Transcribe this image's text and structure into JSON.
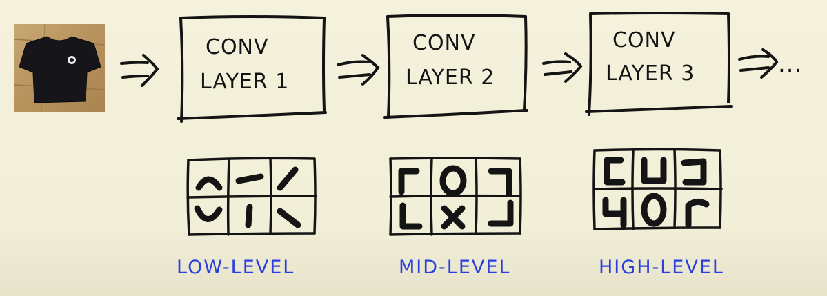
{
  "input": {
    "icon": "tshirt-photo-icon"
  },
  "layers": [
    {
      "line1": "CONV",
      "line2": "LAYER 1"
    },
    {
      "line1": "CONV",
      "line2": "LAYER 2"
    },
    {
      "line1": "CONV",
      "line2": "LAYER 3"
    }
  ],
  "continuation": "...",
  "feature_levels": [
    {
      "label": "LOW-LEVEL",
      "glyphs": [
        "arch-up",
        "dash",
        "slash",
        "cup",
        "bar",
        "backslash"
      ]
    },
    {
      "label": "MID-LEVEL",
      "glyphs": [
        "corner-tl",
        "circle",
        "corner-tr",
        "corner-bl",
        "cross",
        "corner-br"
      ]
    },
    {
      "label": "HIGH-LEVEL",
      "glyphs": [
        "bracket-left",
        "u-shape",
        "bracket-right",
        "four-shape",
        "circle",
        "hook"
      ]
    }
  ],
  "colors": {
    "ink": "#141414",
    "label": "#2a3fe0",
    "background": "#f3f0da"
  }
}
